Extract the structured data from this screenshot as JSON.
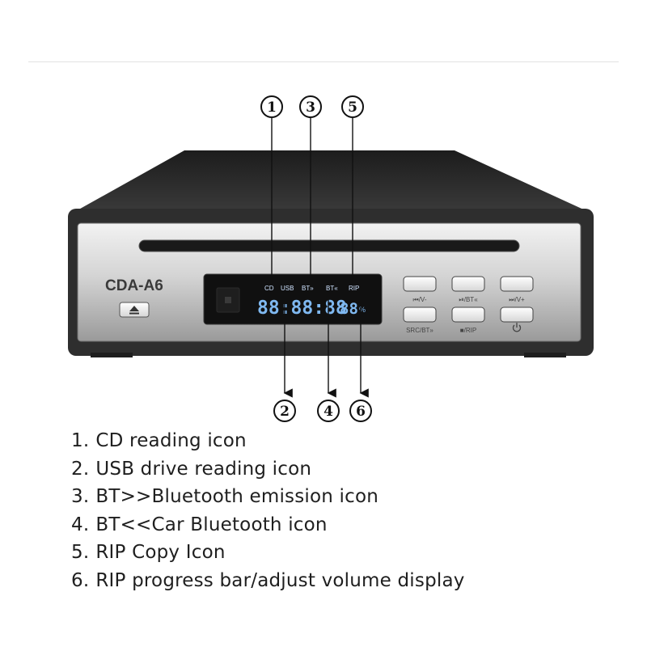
{
  "device": {
    "model": "CDA-A6",
    "display": {
      "indicators": {
        "cd": "CD",
        "usb": "USB",
        "bt_out": "BT»",
        "bt_in": "BT«",
        "rip": "RIP"
      },
      "digits": "88:88:88",
      "level_digits": "88",
      "percent": "%"
    },
    "buttons": {
      "prev_vol_down": "⏮/V-",
      "play_pause_bt": "⏯/BT«",
      "next_vol_up": "⏭/V+",
      "source_bt": "SRC/BT»",
      "stop_rip": "■/RIP",
      "power_icon": "power-icon"
    },
    "eject_icon": "eject-icon"
  },
  "callouts": [
    "1",
    "2",
    "3",
    "4",
    "5",
    "6"
  ],
  "legend": [
    {
      "num": "1.",
      "text": "CD reading icon"
    },
    {
      "num": "2.",
      "text": "USB drive reading icon"
    },
    {
      "num": "3.",
      "text": "BT>>Bluetooth emission icon"
    },
    {
      "num": "4.",
      "text": "BT<<Car Bluetooth icon"
    },
    {
      "num": "5.",
      "text": "RIP Copy Icon"
    },
    {
      "num": "6.",
      "text": "RIP progress bar/adjust volume display"
    }
  ],
  "colors": {
    "body": "#2e2e2e",
    "panel": "#c9c9c9",
    "display": "#101010",
    "segments": "#7fb8f0"
  }
}
